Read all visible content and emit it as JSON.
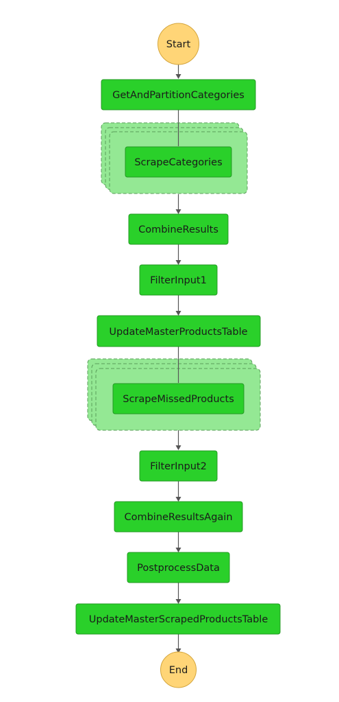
{
  "start": {
    "label": "Start"
  },
  "end": {
    "label": "End"
  },
  "states": [
    {
      "label": "GetAndPartitionCategories"
    },
    {
      "label": "ScrapeCategories"
    },
    {
      "label": "CombineResults"
    },
    {
      "label": "FilterInput1"
    },
    {
      "label": "UpdateMasterProductsTable"
    },
    {
      "label": "ScrapeMissedProducts"
    },
    {
      "label": "FilterInput2"
    },
    {
      "label": "CombineResultsAgain"
    },
    {
      "label": "PostprocessData"
    },
    {
      "label": "UpdateMasterScrapedProductsTable"
    }
  ],
  "colors": {
    "task_fill": "#2ad02a",
    "map_fill": "#94e894",
    "terminal_fill": "#ffd577",
    "edge": "#555555"
  }
}
